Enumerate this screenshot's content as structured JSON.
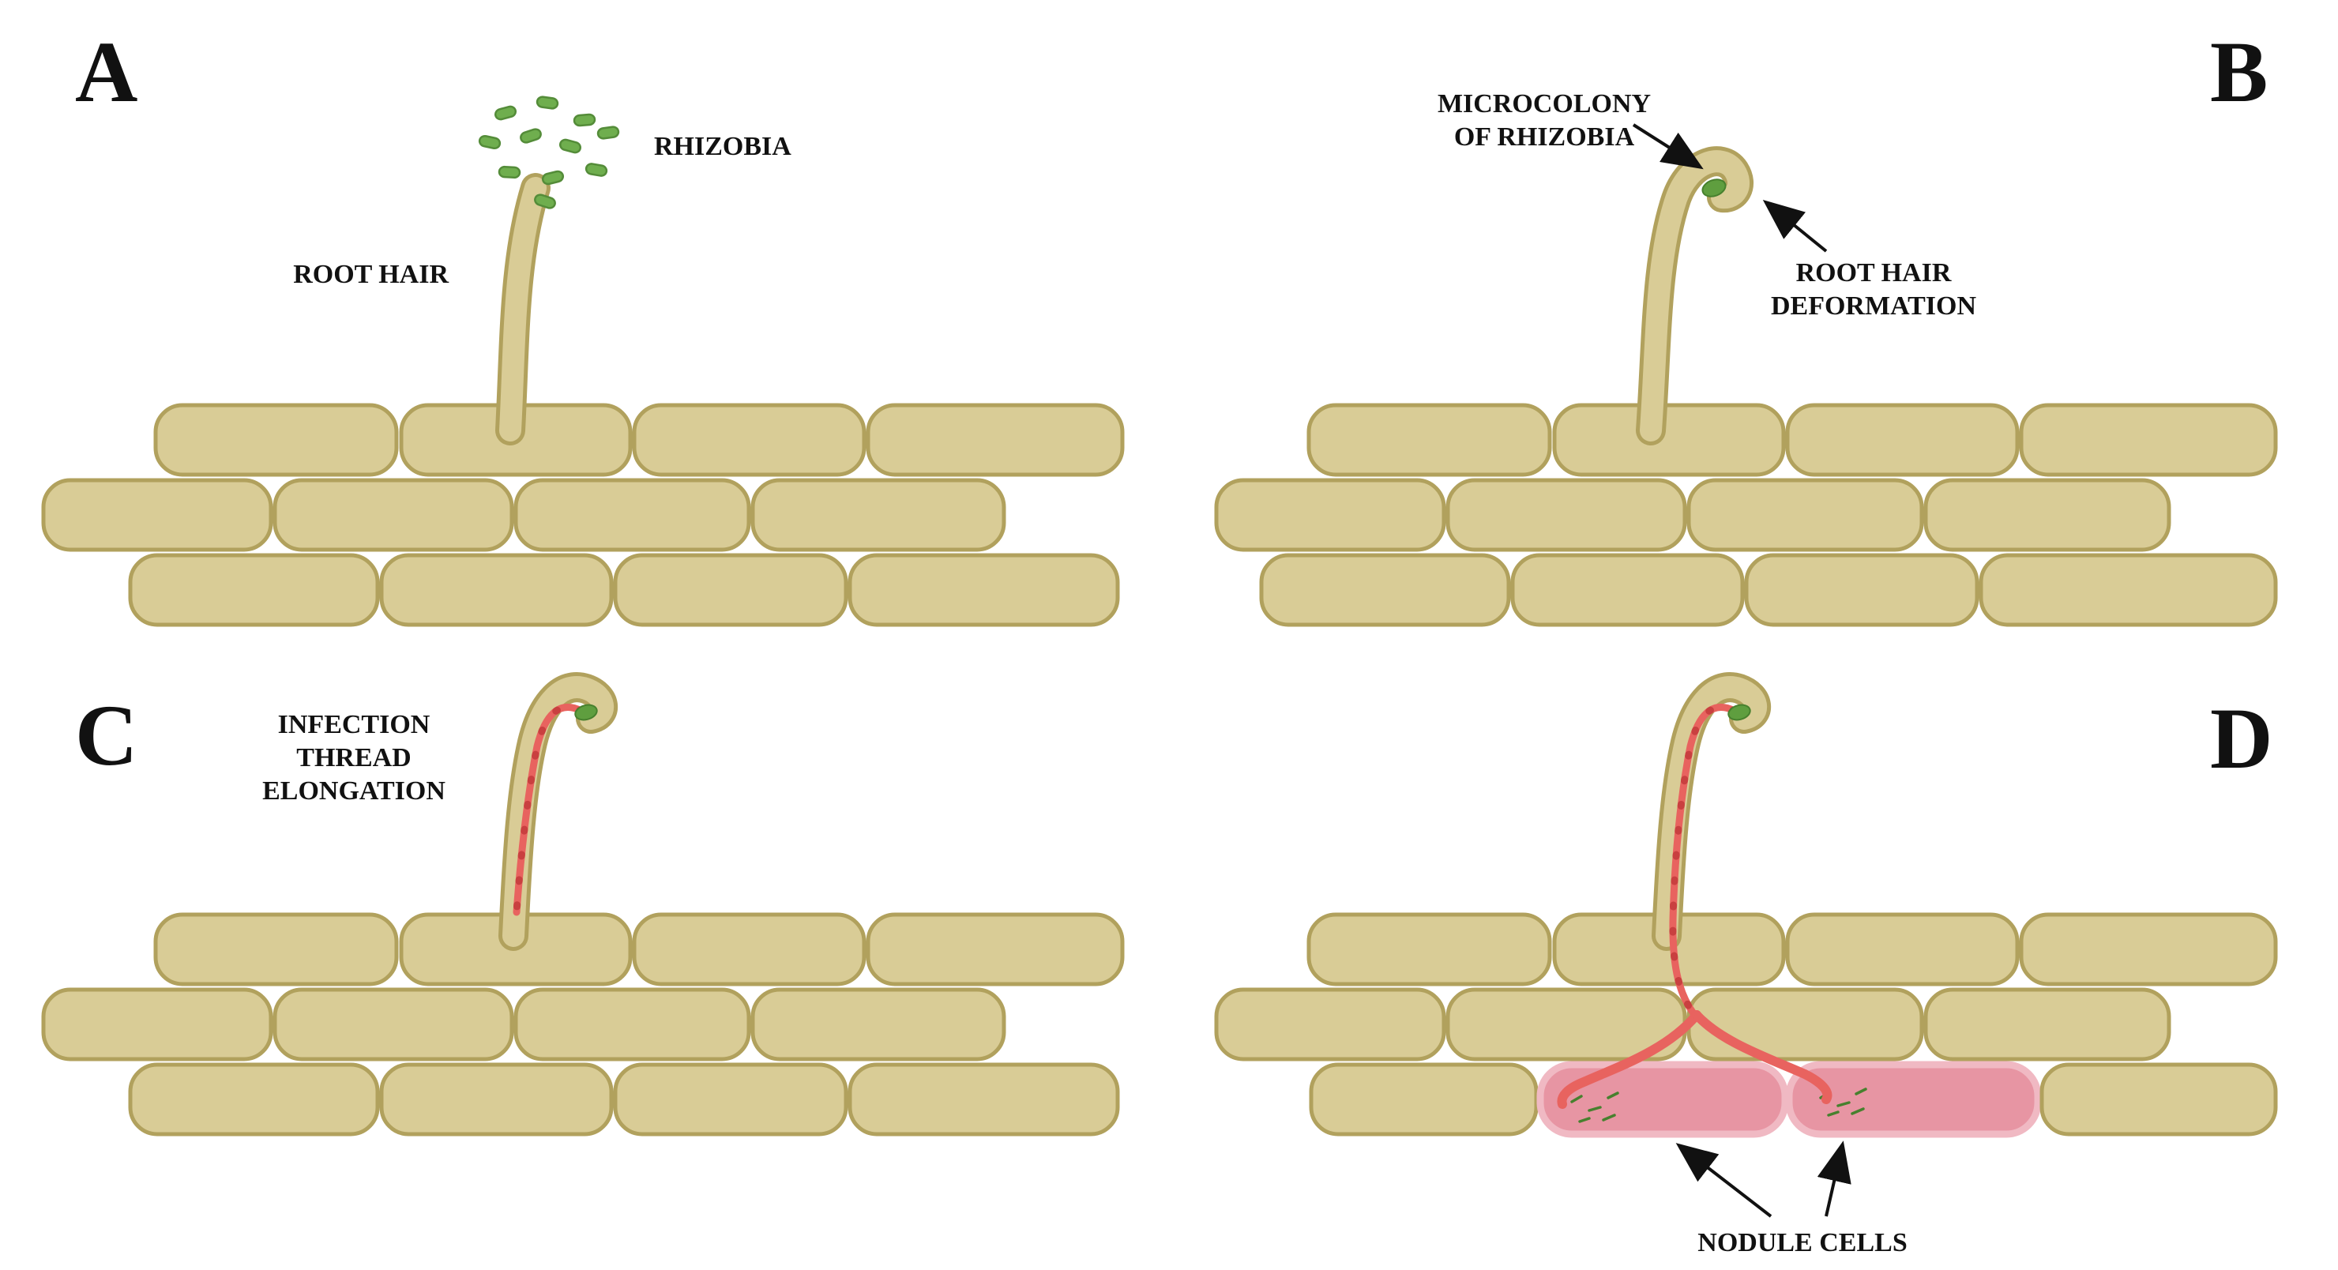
{
  "figure": {
    "panels": {
      "a": {
        "letter": "A",
        "labels": {
          "rhizobia": "RHIZOBIA",
          "root_hair": "ROOT HAIR"
        }
      },
      "b": {
        "letter": "B",
        "labels": {
          "microcolony": [
            "MICROCOLONY",
            "OF RHIZOBIA"
          ],
          "deformation": [
            "ROOT HAIR",
            "DEFORMATION"
          ]
        }
      },
      "c": {
        "letter": "C",
        "labels": {
          "infection_thread": [
            "INFECTION",
            "THREAD",
            "ELONGATION"
          ]
        }
      },
      "d": {
        "letter": "D",
        "labels": {
          "nodule_cells": "NODULE CELLS"
        }
      }
    },
    "colors": {
      "root_cell_fill": "#d9cc96",
      "root_cell_stroke": "#b1a15d",
      "rhizobia_green": "#6fae4e",
      "infection_thread_red": "#e8635f",
      "nodule_cell_pink": "#e795a3",
      "label_text": "#111111"
    }
  }
}
